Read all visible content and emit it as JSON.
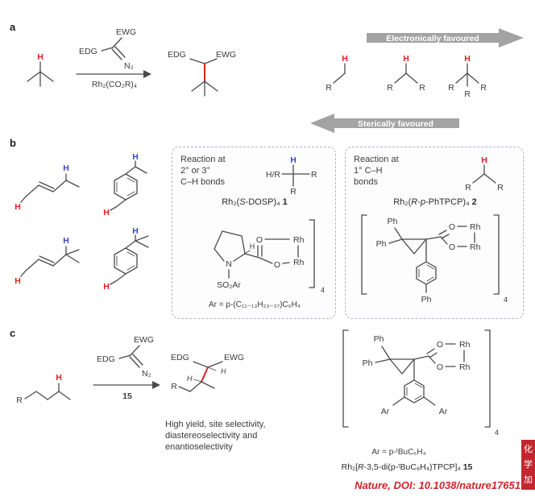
{
  "labels": {
    "h": "H",
    "r": "R",
    "ph": "Ph",
    "o": "O",
    "rh": "Rh",
    "n": "N",
    "ar": "Ar",
    "edg": "EDG",
    "ewg": "EWG",
    "n2": "N₂",
    "so2ar": "SO₂Ar",
    "h_over_r": "H/R"
  },
  "panel_a": {
    "label": "a",
    "arrow_reagent": "Rh₂(CO₂R)₄",
    "electronic_text": "Electronically favoured",
    "steric_text": "Sterically favoured"
  },
  "panel_b": {
    "label": "b",
    "box1": {
      "cap1": "Reaction at",
      "cap2": "2° or 3°",
      "cap3": "C–H bonds",
      "name_pre": "Rh₂(",
      "name_it": "S",
      "name_post": "-DOSP)₄",
      "name_num": "1",
      "sub4": "4",
      "ar_def": "Ar = p-(C₁₁₋₁₃H₂₃₋₂₇)C₆H₄"
    },
    "box2": {
      "cap1": "Reaction at",
      "cap2": "1° C–H",
      "cap3": "bonds",
      "name_pre": "Rh₂(",
      "name_it": "R-p",
      "name_post": "-PhTPCP)₄",
      "name_num": "2",
      "sub4": "4"
    }
  },
  "panel_c": {
    "label": "c",
    "cat_num": "15",
    "res1": "High yield, site selectivity,",
    "res2": "diastereoselectivity and",
    "res3": "enantioselectivity",
    "ar_def": "Ar = p-ᵗBuC₆H₄",
    "name_pre": "Rh₂[",
    "name_it": "R",
    "name_post": "-3,5-di(p-ᵗBuC₆H₄)TPCP]₄",
    "name_num": "15",
    "sub4": "4"
  },
  "footer": {
    "citation": "Nature, DOI: 10.1038/nature17651"
  },
  "watermark": {
    "c1": "化",
    "c2": "学",
    "c3": "加"
  }
}
